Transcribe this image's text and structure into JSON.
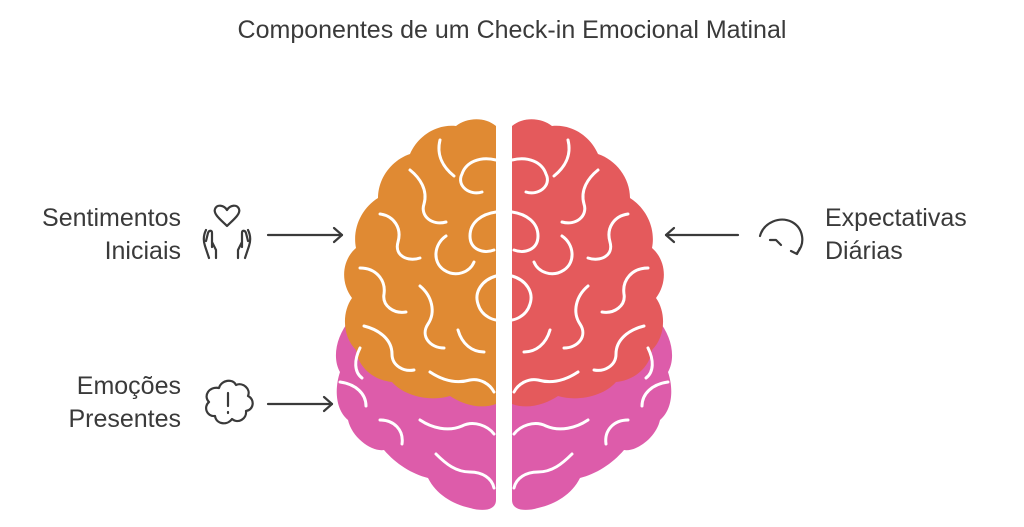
{
  "title": "Componentes de um Check-in Emocional Matinal",
  "labels": {
    "sentimentos": {
      "line1": "Sentimentos",
      "line2": "Iniciais",
      "icon": "hands-heart-icon"
    },
    "emocoes": {
      "line1": "Emoções",
      "line2": "Presentes",
      "icon": "cloud-exclamation-icon"
    },
    "expectativas": {
      "line1": "Expectativas",
      "line2": "Diárias",
      "icon": "curved-arrow-icon"
    }
  },
  "colors": {
    "orange": "#E08A33",
    "red": "#E45A5C",
    "pink": "#DD5CAA",
    "text": "#3a3a3a",
    "stroke": "#ffffff"
  }
}
